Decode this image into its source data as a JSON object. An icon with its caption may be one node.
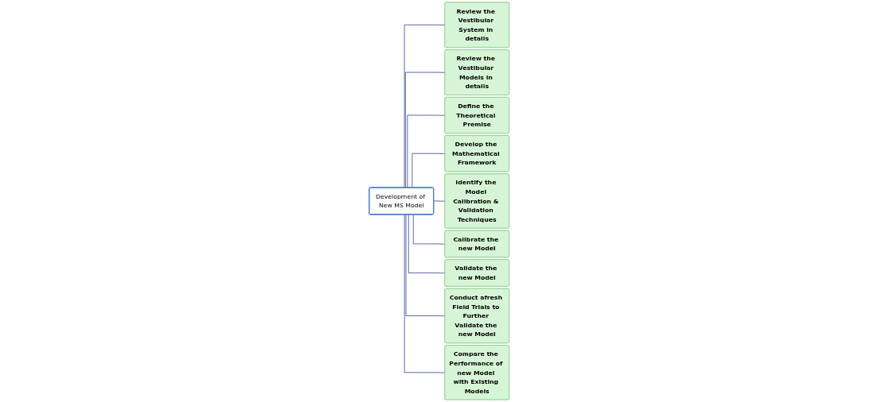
{
  "diagram": {
    "nodes": [
      {
        "text": [
          "Development of New MS Model"
        ]
      },
      {
        "text": [
          "Review the Vestibular System in details"
        ]
      },
      {
        "text": [
          "Review the Vestibular Models in details"
        ]
      },
      {
        "text": [
          "Define the Theoretical Premise"
        ]
      },
      {
        "text": [
          "Develop the Mathematical Framework"
        ]
      },
      {
        "text": [
          "Identify the Model Calibration & Validation Techniques"
        ]
      },
      {
        "text": [
          "Calibrate the new Model"
        ]
      },
      {
        "text": [
          "Validate the new Model"
        ]
      },
      {
        "text": [
          "Conduct afresh Field Trials to Further Validate the new Model"
        ]
      },
      {
        "text": [
          "Compare the Performance of new Model with Existing Models"
        ]
      }
    ],
    "edges": [
      {
        "from": 0,
        "to": 1,
        "arrow": "none"
      },
      {
        "from": 0,
        "to": 2,
        "arrow": "none"
      },
      {
        "from": 0,
        "to": 3,
        "arrow": "none"
      },
      {
        "from": 0,
        "to": 4,
        "arrow": "none"
      },
      {
        "from": 0,
        "to": 5,
        "arrow": "none"
      },
      {
        "from": 0,
        "to": 6,
        "arrow": "none"
      },
      {
        "from": 0,
        "to": 7,
        "arrow": "none"
      },
      {
        "from": 0,
        "to": 8,
        "arrow": "none"
      },
      {
        "from": 0,
        "to": 9,
        "arrow": "none"
      }
    ]
  }
}
